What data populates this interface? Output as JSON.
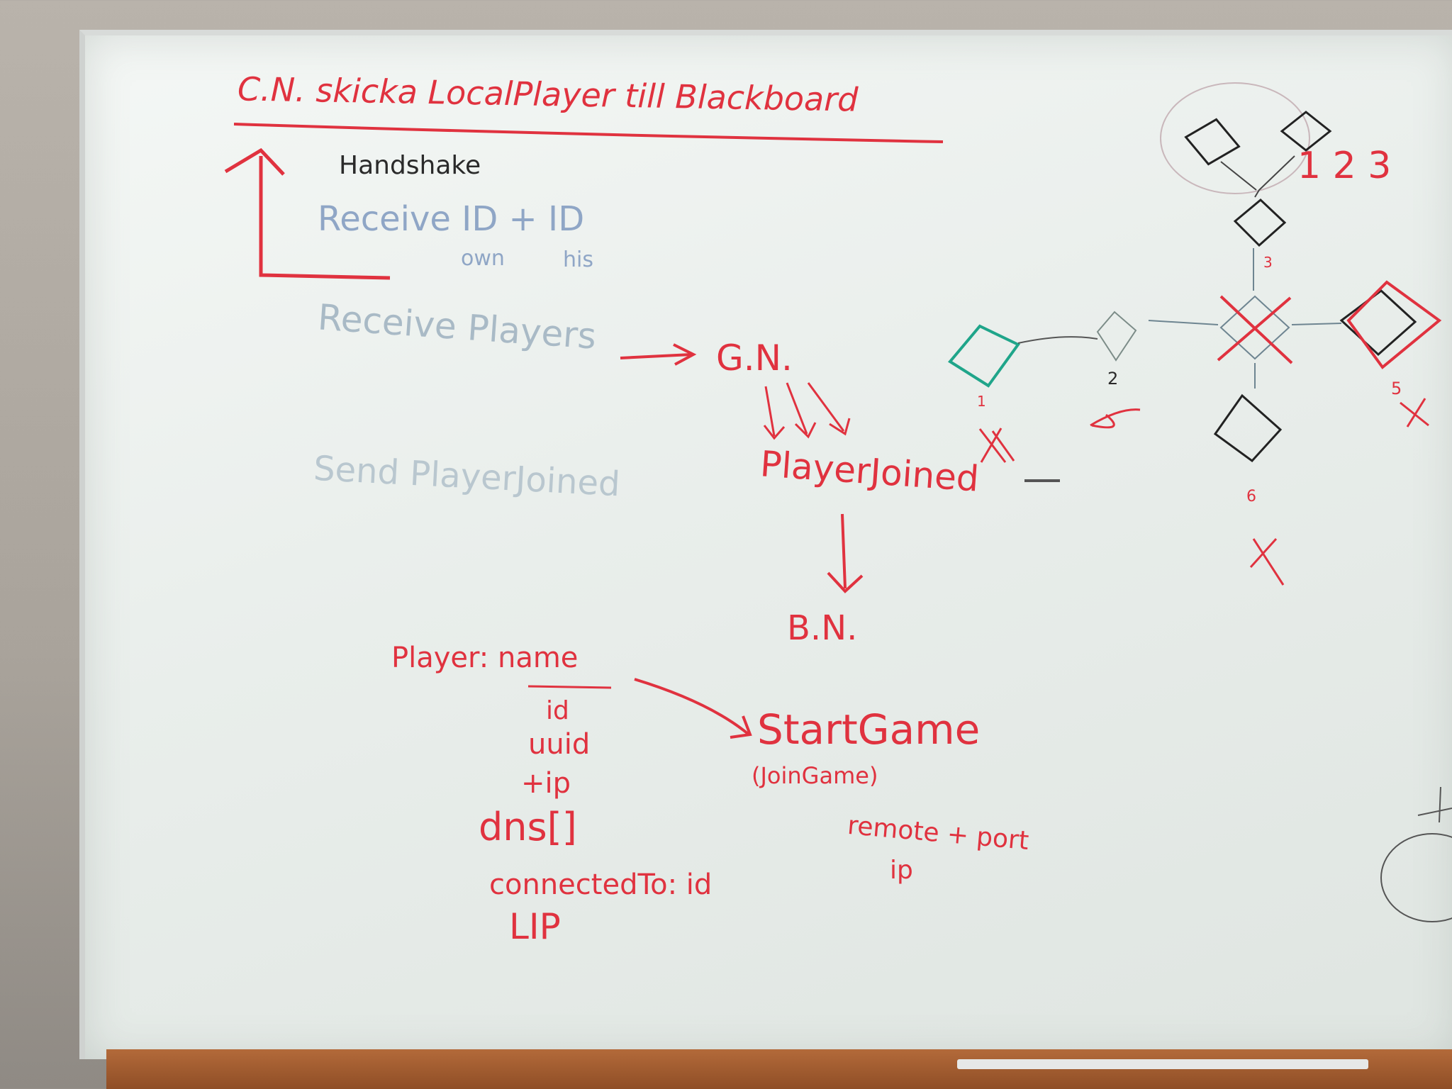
{
  "colors": {
    "marker_red": "#e0323f",
    "marker_blue": "#8fa6c6",
    "marker_faded": "#a9bac6",
    "marker_black": "#2a2a2a",
    "marker_teal": "#1fa58a"
  },
  "board": {
    "title": "C.N. skicka LocalPlayer till Blackboard",
    "handshake": "Handshake",
    "receive_id": "Receive ID + ID",
    "id_own": "own",
    "id_his": "his",
    "receive_players": "Receive Players",
    "gn": "G.N.",
    "player_joined": "PlayerJoined",
    "bn": "B.N.",
    "send_player_joined": "Send PlayerJoined",
    "player_fields": {
      "name_label": "Player: name",
      "id": "id",
      "uuid": "uuid",
      "ip": "+ip",
      "dns": "dns[]",
      "connected_to": "connectedTo: id",
      "lip": "LIP"
    },
    "start_game": "StartGame",
    "join_game": "(JoinGame)",
    "remote_port": "remote + port",
    "remote_ip": "ip"
  },
  "diagram": {
    "label_123": "1 2 3",
    "node_1": "1",
    "node_2": "2",
    "node_3": "3",
    "node_5": "5",
    "node_6": "6"
  }
}
